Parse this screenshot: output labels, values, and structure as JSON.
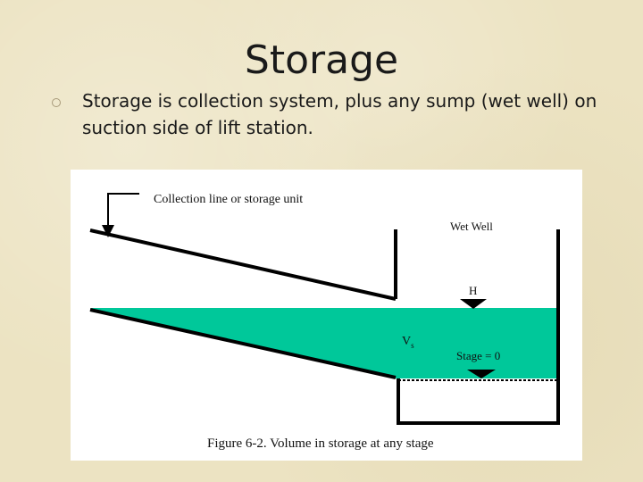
{
  "slide": {
    "title": "Storage",
    "bullets": [
      "Storage is collection system, plus any sump (wet well) on suction side of lift station."
    ]
  },
  "figure": {
    "labels": {
      "collection_line": "Collection line or storage unit",
      "wet_well": "Wet Well",
      "head": "H",
      "volume_storage": "V",
      "volume_storage_sub": "s",
      "stage_zero": "Stage = 0"
    },
    "caption": "Figure 6-2. Volume in storage at any stage",
    "colors": {
      "water": "#00c89a",
      "lines": "#000000",
      "background": "#ffffff"
    }
  }
}
